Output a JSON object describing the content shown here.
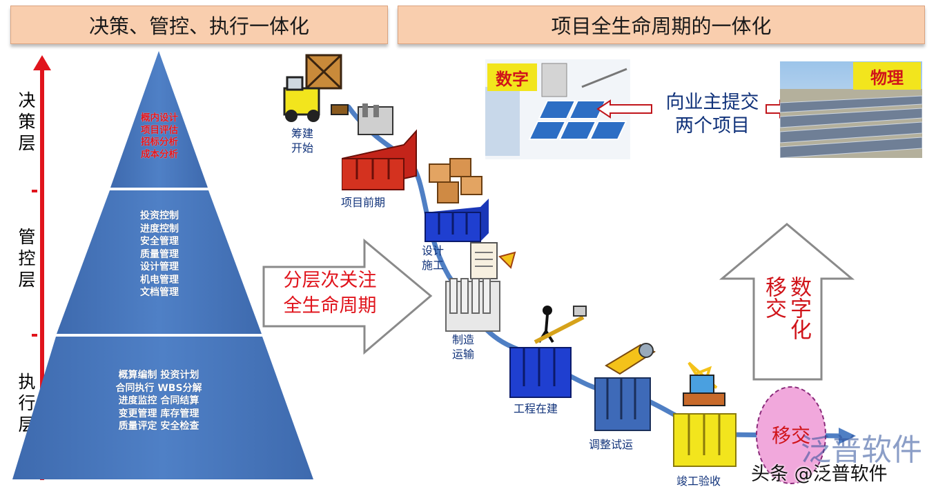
{
  "headers": {
    "left": "决策、管控、执行一体化",
    "right": "项目全生命周期的一体化"
  },
  "levels": {
    "decision": "决\n策\n层",
    "control": "管\n控\n层",
    "execution": "执\n行\n层"
  },
  "pyramid": {
    "top": "概内设计\n项目评估\n招标分析\n成本分析",
    "middle": "投资控制\n进度控制\n安全管理\n质量管理\n设计管理\n机电管理\n文档管理",
    "bottom": "概算编制  投资计划\n合同执行  WBS分解\n进度监控  合同结算\n变更管理  库存管理\n质量评定  安全检查"
  },
  "arrow_text": "分层次关注\n全生命周期",
  "steps": {
    "s1": "筹建\n开始",
    "s2": "项目前期",
    "s3": "设计\n施工",
    "s4": "制造\n运输",
    "s5": "工程在建",
    "s6": "调整试运",
    "s7": "竣工验收"
  },
  "digital": {
    "label": "数字",
    "center_text": "向业主提交\n两个项目",
    "physical_label": "物理"
  },
  "up_arrow_text": "数字化\n移交",
  "oval_text": "移交",
  "watermark": "泛普软件",
  "credit": "头条 @泛普软件",
  "colors": {
    "header_bg": "#f9ceae",
    "pyramid": "#4a78bd",
    "accent_red": "#e0141c",
    "curve": "#4f7fc4"
  }
}
